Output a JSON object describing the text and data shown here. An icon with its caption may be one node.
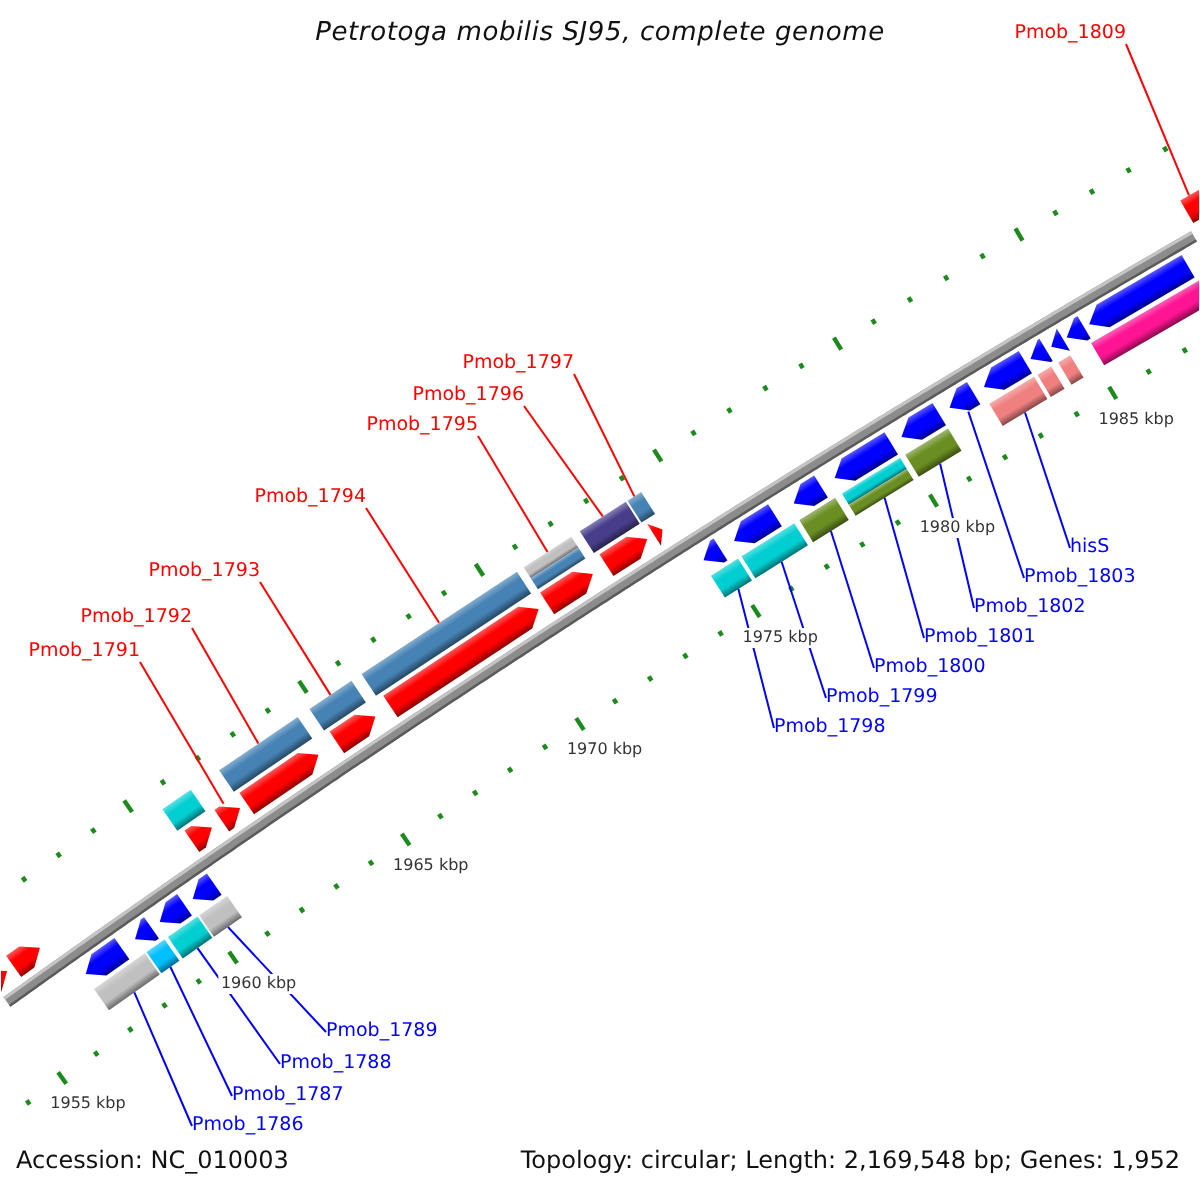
{
  "diagram": {
    "title": "Petrotoga mobilis SJ95, complete genome",
    "nodes": [
      {
        "text": [
          "Pmob_1809"
        ]
      },
      {
        "text": [
          "Pmob_1797"
        ]
      },
      {
        "text": [
          "Pmob_1796"
        ]
      },
      {
        "text": [
          "Pmob_1795"
        ]
      },
      {
        "text": [
          "Pmob_1794"
        ]
      },
      {
        "text": [
          "hisS"
        ]
      },
      {
        "text": [
          "Pmob_1793"
        ]
      },
      {
        "text": [
          "Pmob_1803"
        ]
      },
      {
        "text": [
          "Pmob_1802"
        ]
      },
      {
        "text": [
          "Pmob_1792"
        ]
      },
      {
        "text": [
          "Pmob_1801"
        ]
      },
      {
        "text": [
          "Pmob_1791"
        ]
      },
      {
        "text": [
          "Pmob_1800"
        ]
      },
      {
        "text": [
          "Pmob_1799"
        ]
      },
      {
        "text": [
          "Pmob_1798"
        ]
      },
      {
        "text": [
          "Pmob_1789"
        ]
      },
      {
        "text": [
          "Pmob_1788"
        ]
      },
      {
        "text": [
          "Pmob_1787"
        ]
      },
      {
        "text": [
          "Pmob_1786"
        ]
      },
      {
        "text": [],
        "shape": "arrow"
      },
      {
        "text": [],
        "shape": "arrow"
      },
      {
        "text": [],
        "shape": "bar"
      },
      {
        "text": [],
        "shape": "arrow"
      },
      {
        "text": [],
        "shape": "arrow"
      },
      {
        "text": [],
        "shape": "bar"
      },
      {
        "text": [],
        "shape": "bar"
      },
      {
        "text": [],
        "shape": "arrow"
      },
      {
        "text": [],
        "shape": "bar"
      },
      {
        "text": [],
        "shape": "arrow"
      },
      {
        "text": [],
        "shape": "bar"
      },
      {
        "text": [],
        "shape": "arrow"
      },
      {
        "text": [],
        "shape": "arrow"
      },
      {
        "text": [],
        "shape": "bar"
      },
      {
        "text": [],
        "shape": "arrow"
      },
      {
        "text": [],
        "shape": "bar"
      },
      {
        "text": [],
        "shape": "arrow"
      },
      {
        "text": [],
        "shape": "bar"
      },
      {
        "text": [],
        "shape": "arrow"
      },
      {
        "text": [],
        "shape": "bar"
      },
      {
        "text": [],
        "shape": "arrow"
      },
      {
        "text": [],
        "shape": "bar"
      },
      {
        "text": [],
        "shape": "arrow"
      },
      {
        "text": [],
        "shape": "bar"
      },
      {
        "text": [],
        "shape": "arrow"
      },
      {
        "text": [],
        "shape": "bar"
      },
      {
        "text": [],
        "shape": "arrow"
      },
      {
        "text": [],
        "shape": "bar"
      },
      {
        "text": [],
        "shape": "arrow"
      },
      {
        "text": [],
        "shape": "bar"
      },
      {
        "text": [],
        "shape": "arrow"
      },
      {
        "text": [],
        "shape": "bar"
      },
      {
        "text": [],
        "shape": "arrow"
      },
      {
        "text": [],
        "shape": "bar"
      },
      {
        "text": [],
        "shape": "arrow"
      },
      {
        "text": [],
        "shape": "arrow"
      },
      {
        "text": [],
        "shape": "bar"
      },
      {
        "text": [],
        "shape": "arrow"
      },
      {
        "text": [],
        "shape": "bar"
      },
      {
        "text": [],
        "shape": "arrow"
      },
      {
        "text": [],
        "shape": "bar"
      },
      {
        "text": [],
        "shape": "arrow"
      },
      {
        "text": [],
        "shape": "arrow"
      },
      {
        "text": [],
        "shape": "bar"
      },
      {
        "text": [],
        "shape": "arrow"
      },
      {
        "text": [],
        "shape": "arrow"
      }
    ],
    "edges": [
      {
        "from": 0,
        "to": 64,
        "arrow": "none",
        "color": "#ff0000"
      },
      {
        "from": 1,
        "to": 42,
        "arrow": "none",
        "color": "#ff0000"
      },
      {
        "from": 2,
        "to": 40,
        "arrow": "none",
        "color": "#ff0000"
      },
      {
        "from": 3,
        "to": 38,
        "arrow": "none",
        "color": "#ff0000"
      },
      {
        "from": 4,
        "to": 36,
        "arrow": "none",
        "color": "#ff0000"
      },
      {
        "from": 5,
        "to": 55,
        "arrow": "none"
      },
      {
        "from": 6,
        "to": 34,
        "arrow": "none",
        "color": "#ff0000"
      },
      {
        "from": 7,
        "to": 54,
        "arrow": "none"
      },
      {
        "from": 8,
        "to": 52,
        "arrow": "none"
      },
      {
        "from": 9,
        "to": 32,
        "arrow": "none",
        "color": "#ff0000"
      },
      {
        "from": 10,
        "to": 50,
        "arrow": "none"
      },
      {
        "from": 11,
        "to": 31,
        "arrow": "none",
        "color": "#ff0000"
      },
      {
        "from": 12,
        "to": 48,
        "arrow": "none"
      },
      {
        "from": 13,
        "to": 46,
        "arrow": "none"
      },
      {
        "from": 14,
        "to": 44,
        "arrow": "none"
      },
      {
        "from": 15,
        "to": 27,
        "arrow": "none"
      },
      {
        "from": 16,
        "to": 25,
        "arrow": "none"
      },
      {
        "from": 17,
        "to": 24,
        "arrow": "none"
      },
      {
        "from": 18,
        "to": 21,
        "arrow": "none"
      }
    ],
    "labels": [
      "1985 kbp",
      "1980 kbp",
      "1975 kbp",
      "1970 kbp",
      "1965 kbp",
      "1960 kbp",
      "1955 kbp",
      "Accession: NC_010003",
      "Topology: circular; Length: 2,169,548 bp; Genes: 1,952"
    ]
  }
}
